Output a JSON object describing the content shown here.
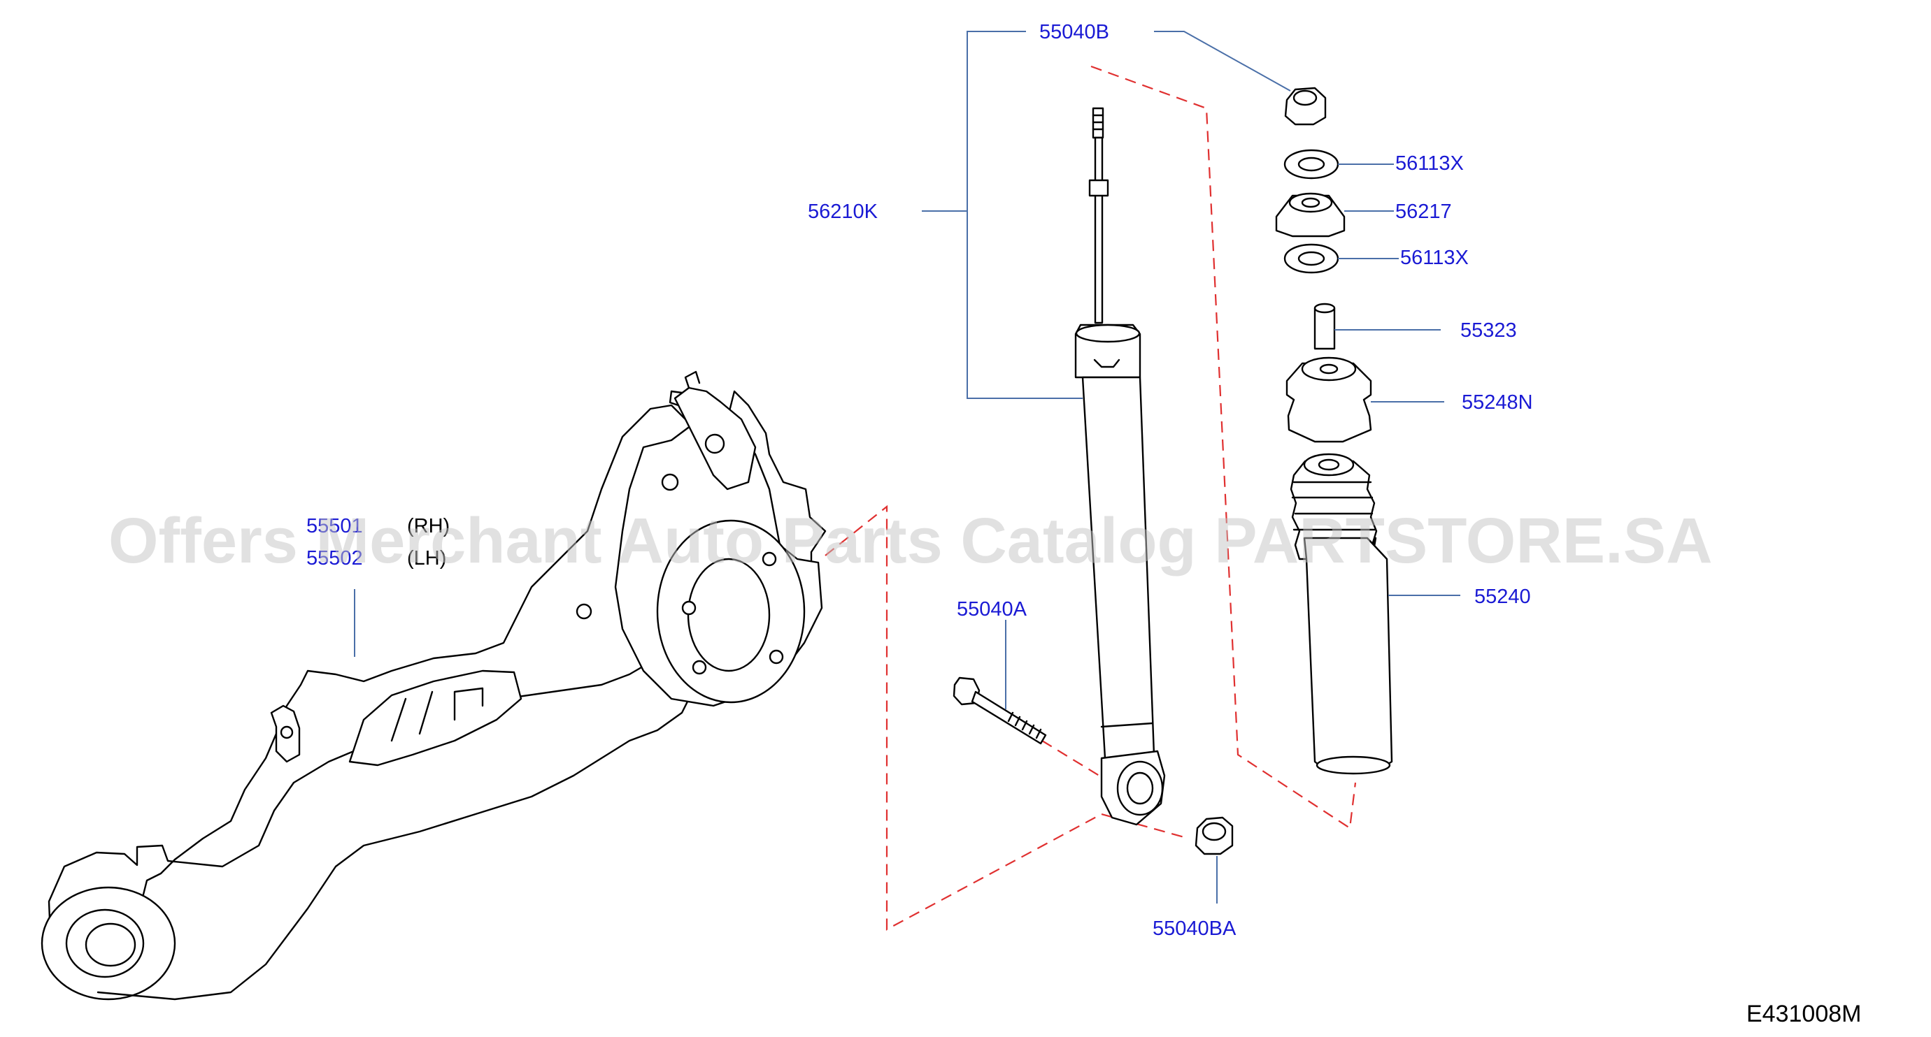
{
  "colors": {
    "label": "#1a1ad4",
    "leader": "#4a6fa8",
    "line": "#000000",
    "dash": "#e03030",
    "watermark": "#c4c4c4"
  },
  "watermark": "Offers Merchant Auto Parts Catalog PARTSTORE.SA",
  "diagram_code": "E431008M",
  "labels": {
    "p55040B": "55040B",
    "p56113X_top": "56113X",
    "p56217": "56217",
    "p56113X_bottom": "56113X",
    "p55323": "55323",
    "p56210K": "56210K",
    "p55248N": "55248N",
    "p55240": "55240",
    "p55040A": "55040A",
    "p55040BA": "55040BA",
    "p55501": "55501",
    "p55502": "55502",
    "side_rh": "(RH)",
    "side_lh": "(LH)"
  }
}
